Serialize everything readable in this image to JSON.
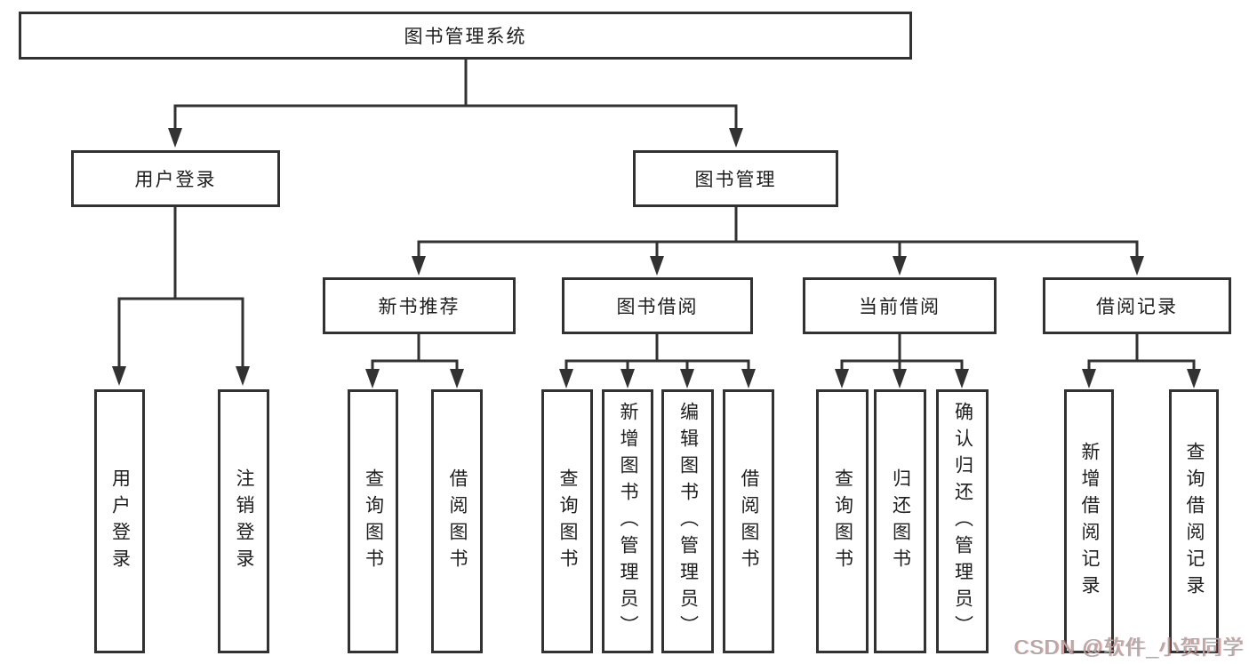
{
  "diagram": {
    "root": {
      "label": "图书管理系统"
    },
    "branches": [
      {
        "label": "用户登录",
        "children": [
          {
            "label": "用户登录"
          },
          {
            "label": "注销登录"
          }
        ]
      },
      {
        "label": "图书管理",
        "children": [
          {
            "label": "新书推荐",
            "children": [
              {
                "label": "查询图书"
              },
              {
                "label": "借阅图书"
              }
            ]
          },
          {
            "label": "图书借阅",
            "children": [
              {
                "label": "查询图书"
              },
              {
                "label": "新增图书（管理员）"
              },
              {
                "label": "编辑图书（管理员）"
              },
              {
                "label": "借阅图书"
              }
            ]
          },
          {
            "label": "当前借阅",
            "children": [
              {
                "label": "查询图书"
              },
              {
                "label": "归还图书"
              },
              {
                "label": "确认归还（管理员）"
              }
            ]
          },
          {
            "label": "借阅记录",
            "children": [
              {
                "label": "新增借阅记录"
              },
              {
                "label": "查询借阅记录"
              }
            ]
          }
        ]
      }
    ]
  },
  "watermark": {
    "text": "CSDN @软件_小贺同学"
  },
  "colors": {
    "line": "#323232",
    "text": "#1e1e1e",
    "background": "#ffffff",
    "watermark": "#ababab",
    "watermark_shadow": "#d85454"
  }
}
